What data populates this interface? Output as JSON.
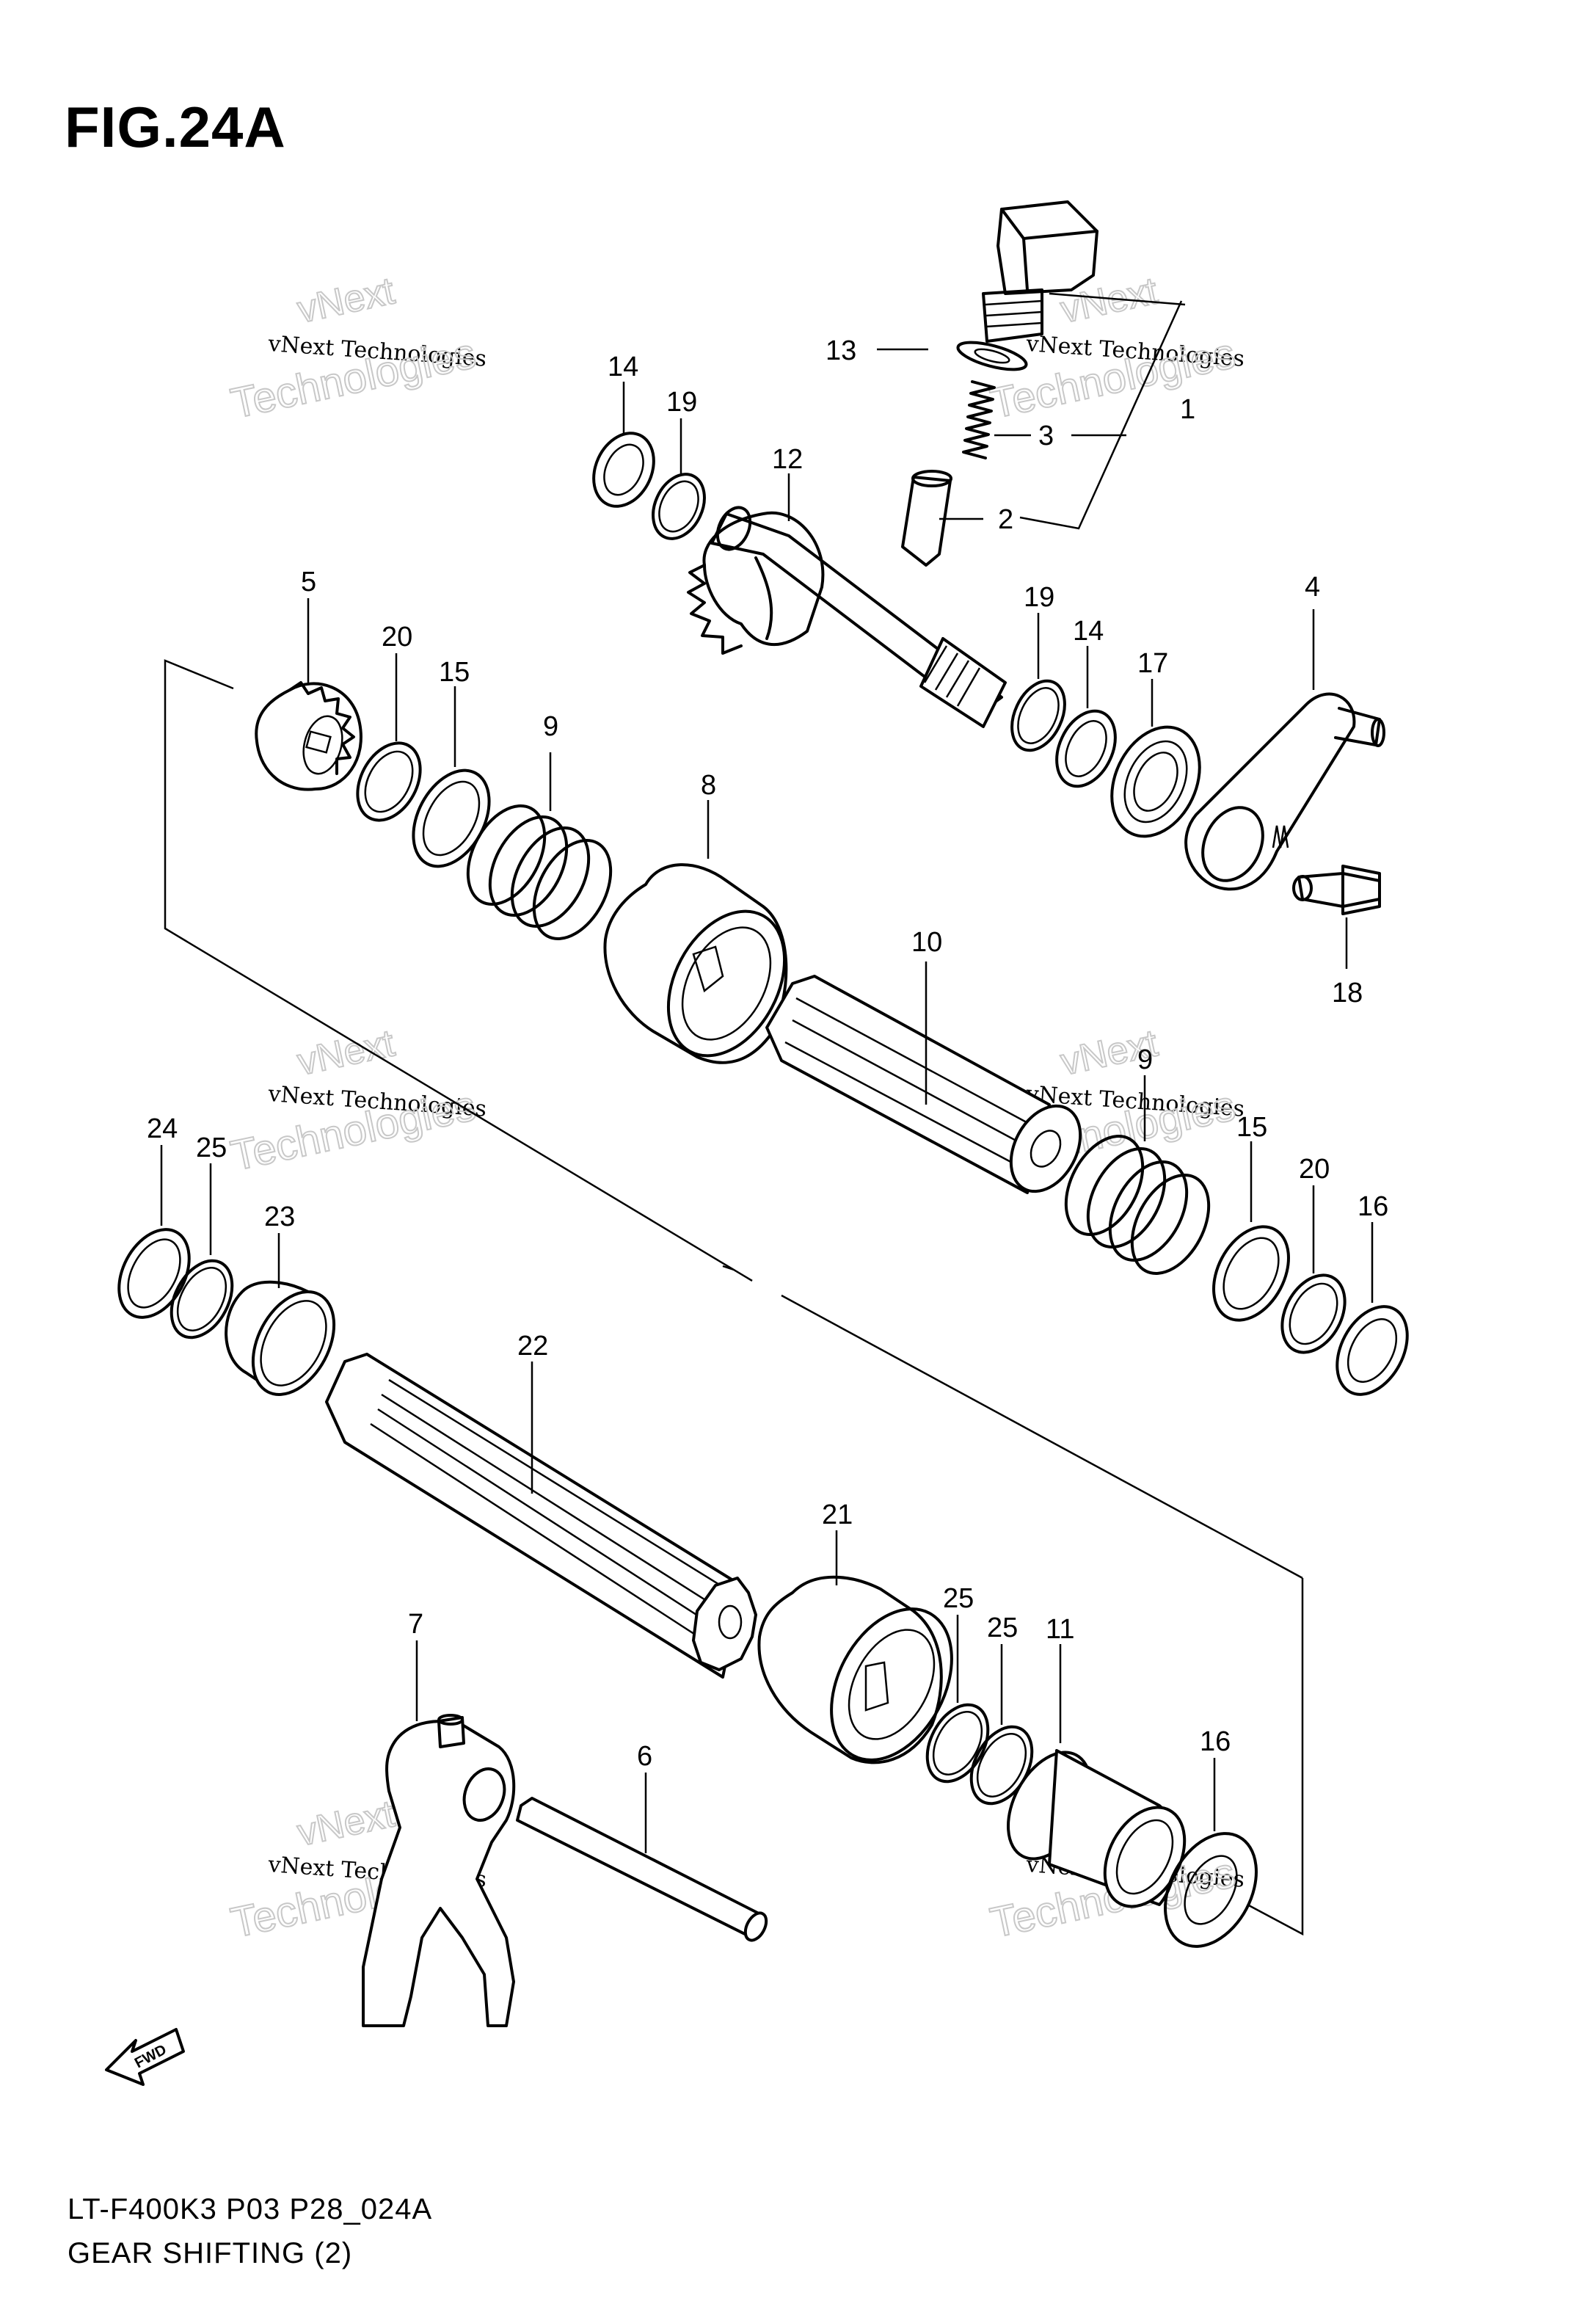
{
  "figure": {
    "title": "FIG.24A",
    "model_code": "LT-F400K3 P03 P28_024A",
    "section_name": "GEAR SHIFTING (2)"
  },
  "watermark": {
    "line1": "vNext Technologies",
    "ghost_top": "vNext",
    "ghost_bottom": "Technologies"
  },
  "direction_indicator": "FWD",
  "callouts": [
    {
      "id": "c1",
      "label": "1"
    },
    {
      "id": "c2",
      "label": "2"
    },
    {
      "id": "c3",
      "label": "3"
    },
    {
      "id": "c4",
      "label": "4"
    },
    {
      "id": "c5",
      "label": "5"
    },
    {
      "id": "c6",
      "label": "6"
    },
    {
      "id": "c7",
      "label": "7"
    },
    {
      "id": "c8",
      "label": "8"
    },
    {
      "id": "c9a",
      "label": "9"
    },
    {
      "id": "c9b",
      "label": "9"
    },
    {
      "id": "c10",
      "label": "10"
    },
    {
      "id": "c11",
      "label": "11"
    },
    {
      "id": "c12",
      "label": "12"
    },
    {
      "id": "c13",
      "label": "13"
    },
    {
      "id": "c14a",
      "label": "14"
    },
    {
      "id": "c14b",
      "label": "14"
    },
    {
      "id": "c15a",
      "label": "15"
    },
    {
      "id": "c15b",
      "label": "15"
    },
    {
      "id": "c16a",
      "label": "16"
    },
    {
      "id": "c16b",
      "label": "16"
    },
    {
      "id": "c17",
      "label": "17"
    },
    {
      "id": "c18",
      "label": "18"
    },
    {
      "id": "c19a",
      "label": "19"
    },
    {
      "id": "c19b",
      "label": "19"
    },
    {
      "id": "c20a",
      "label": "20"
    },
    {
      "id": "c20b",
      "label": "20"
    },
    {
      "id": "c21",
      "label": "21"
    },
    {
      "id": "c22",
      "label": "22"
    },
    {
      "id": "c23",
      "label": "23"
    },
    {
      "id": "c24",
      "label": "24"
    },
    {
      "id": "c25a",
      "label": "25"
    },
    {
      "id": "c25b",
      "label": "25"
    },
    {
      "id": "c25c",
      "label": "25"
    }
  ]
}
